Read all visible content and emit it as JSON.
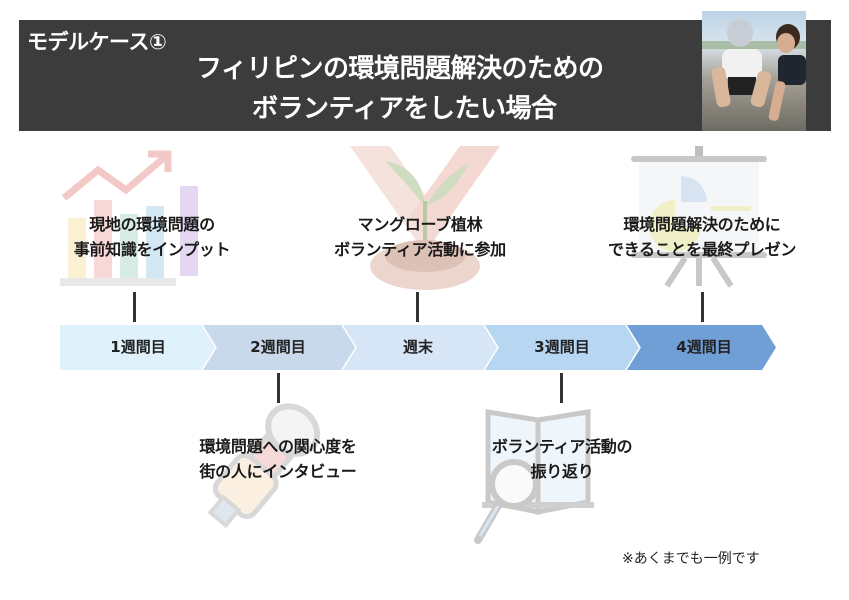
{
  "header": {
    "case_label": "モデルケース①",
    "title_line1": "フィリピンの環境問題解決のための",
    "title_line2": "ボランティアをしたい場合",
    "photo_alt": "volunteers-planting-on-beach-photo"
  },
  "timeline": {
    "phases": [
      {
        "label": "1週間目",
        "color": "#dff1fa"
      },
      {
        "label": "2週間目",
        "color": "#c9d9ec"
      },
      {
        "label": "週末",
        "color": "#d6e6f7"
      },
      {
        "label": "3週間目",
        "color": "#b6d6f2"
      },
      {
        "label": "4週間目",
        "color": "#6f9fd5"
      }
    ],
    "events_above": [
      {
        "line1": "現地の環境問題の",
        "line2": "事前知識をインプット",
        "icon": "growth-chart-icon"
      },
      {
        "line1": "マングローブ植林",
        "line2": "ボランティア活動に参加",
        "icon": "hands-holding-plant-icon"
      },
      {
        "line1": "環境問題解決のために",
        "line2": "できることを最終プレゼン",
        "icon": "presentation-screen-icon"
      }
    ],
    "events_below": [
      {
        "line1": "環境問題への関心度を",
        "line2": "街の人にインタビュー",
        "icon": "microphone-icon"
      },
      {
        "line1": "ボランティア活動の",
        "line2": "振り返り",
        "icon": "book-magnifier-icon"
      }
    ]
  },
  "footer": {
    "note": "※あくまでも一例です"
  }
}
